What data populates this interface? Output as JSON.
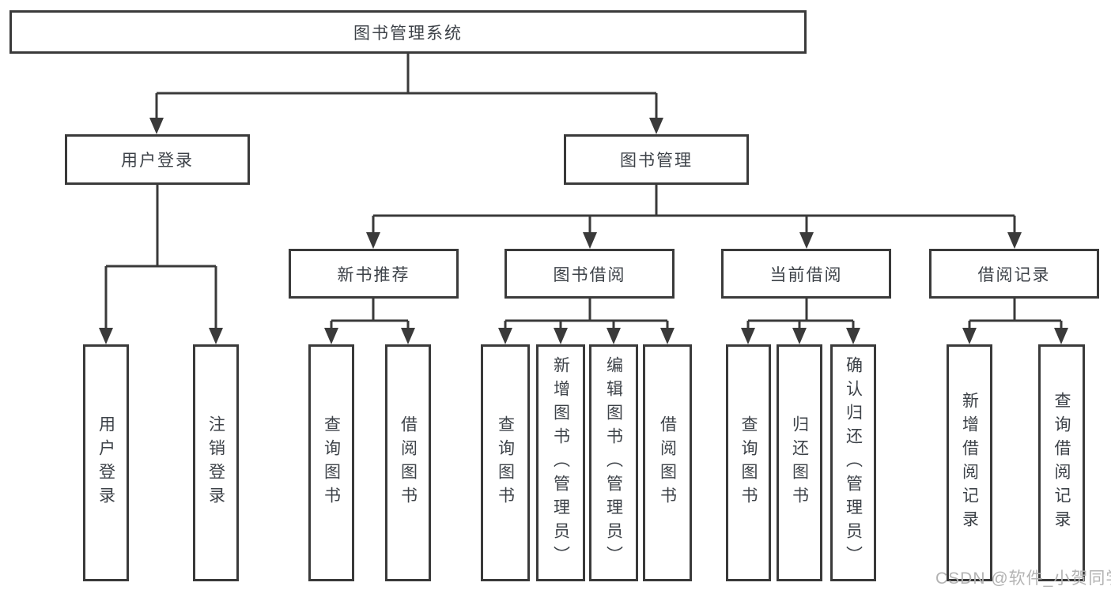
{
  "diagram": {
    "root": "图书管理系统",
    "level1": [
      "用户登录",
      "图书管理"
    ],
    "level2": [
      "新书推荐",
      "图书借阅",
      "当前借阅",
      "借阅记录"
    ],
    "leaves": {
      "user_login": [
        "用户登录",
        "注销登录"
      ],
      "new_book_recommend": [
        "查询图书",
        "借阅图书"
      ],
      "book_borrow": [
        "查询图书",
        "新增图书（管理员）",
        "编辑图书（管理员）",
        "借阅图书"
      ],
      "current_borrow": [
        "查询图书",
        "归还图书",
        "确认归还（管理员）"
      ],
      "borrow_records": [
        "新增借阅记录",
        "查询借阅记录"
      ]
    }
  },
  "watermark": "CSDN @软件_小贺同学",
  "colors": {
    "line": "#3a3a3a",
    "node_text": "#3d4248",
    "watermark": "#b3b3b3",
    "background": "#ffffff"
  }
}
